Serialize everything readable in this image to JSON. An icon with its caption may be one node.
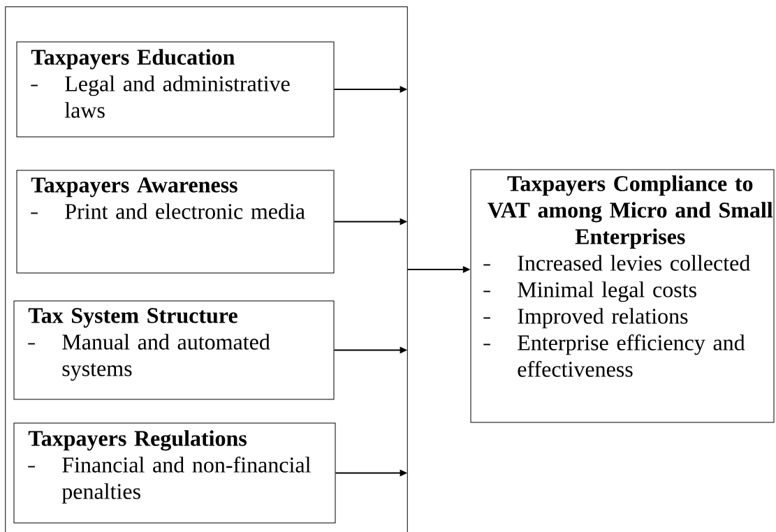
{
  "diagram": {
    "nodes": [
      {
        "text": [],
        "shape": "box"
      },
      {
        "text": [
          "Taxpayers Education",
          "Legal and administrative laws"
        ],
        "in": 0
      },
      {
        "text": [
          "Taxpayers Awareness",
          "Print and electronic media"
        ],
        "in": 0
      },
      {
        "text": [
          "Tax System Structure",
          "Manual and automated systems"
        ],
        "in": 0
      },
      {
        "text": [
          "Taxpayers Regulations",
          "Financial and non-financial penalties"
        ],
        "in": 0
      },
      {
        "text": [
          "Taxpayers Compliance to VAT among Micro and Small Enterprises",
          "Increased levies collected",
          "Minimal legal costs",
          "Improved relations",
          "Enterprise efficiency and effectiveness"
        ]
      }
    ],
    "edges": [
      {
        "from": 1,
        "to": 0,
        "arrow": "to"
      },
      {
        "from": 2,
        "to": 0,
        "arrow": "to"
      },
      {
        "from": 3,
        "to": 0,
        "arrow": "to"
      },
      {
        "from": 4,
        "to": 0,
        "arrow": "to"
      },
      {
        "from": 0,
        "to": 5,
        "arrow": "to"
      }
    ]
  }
}
